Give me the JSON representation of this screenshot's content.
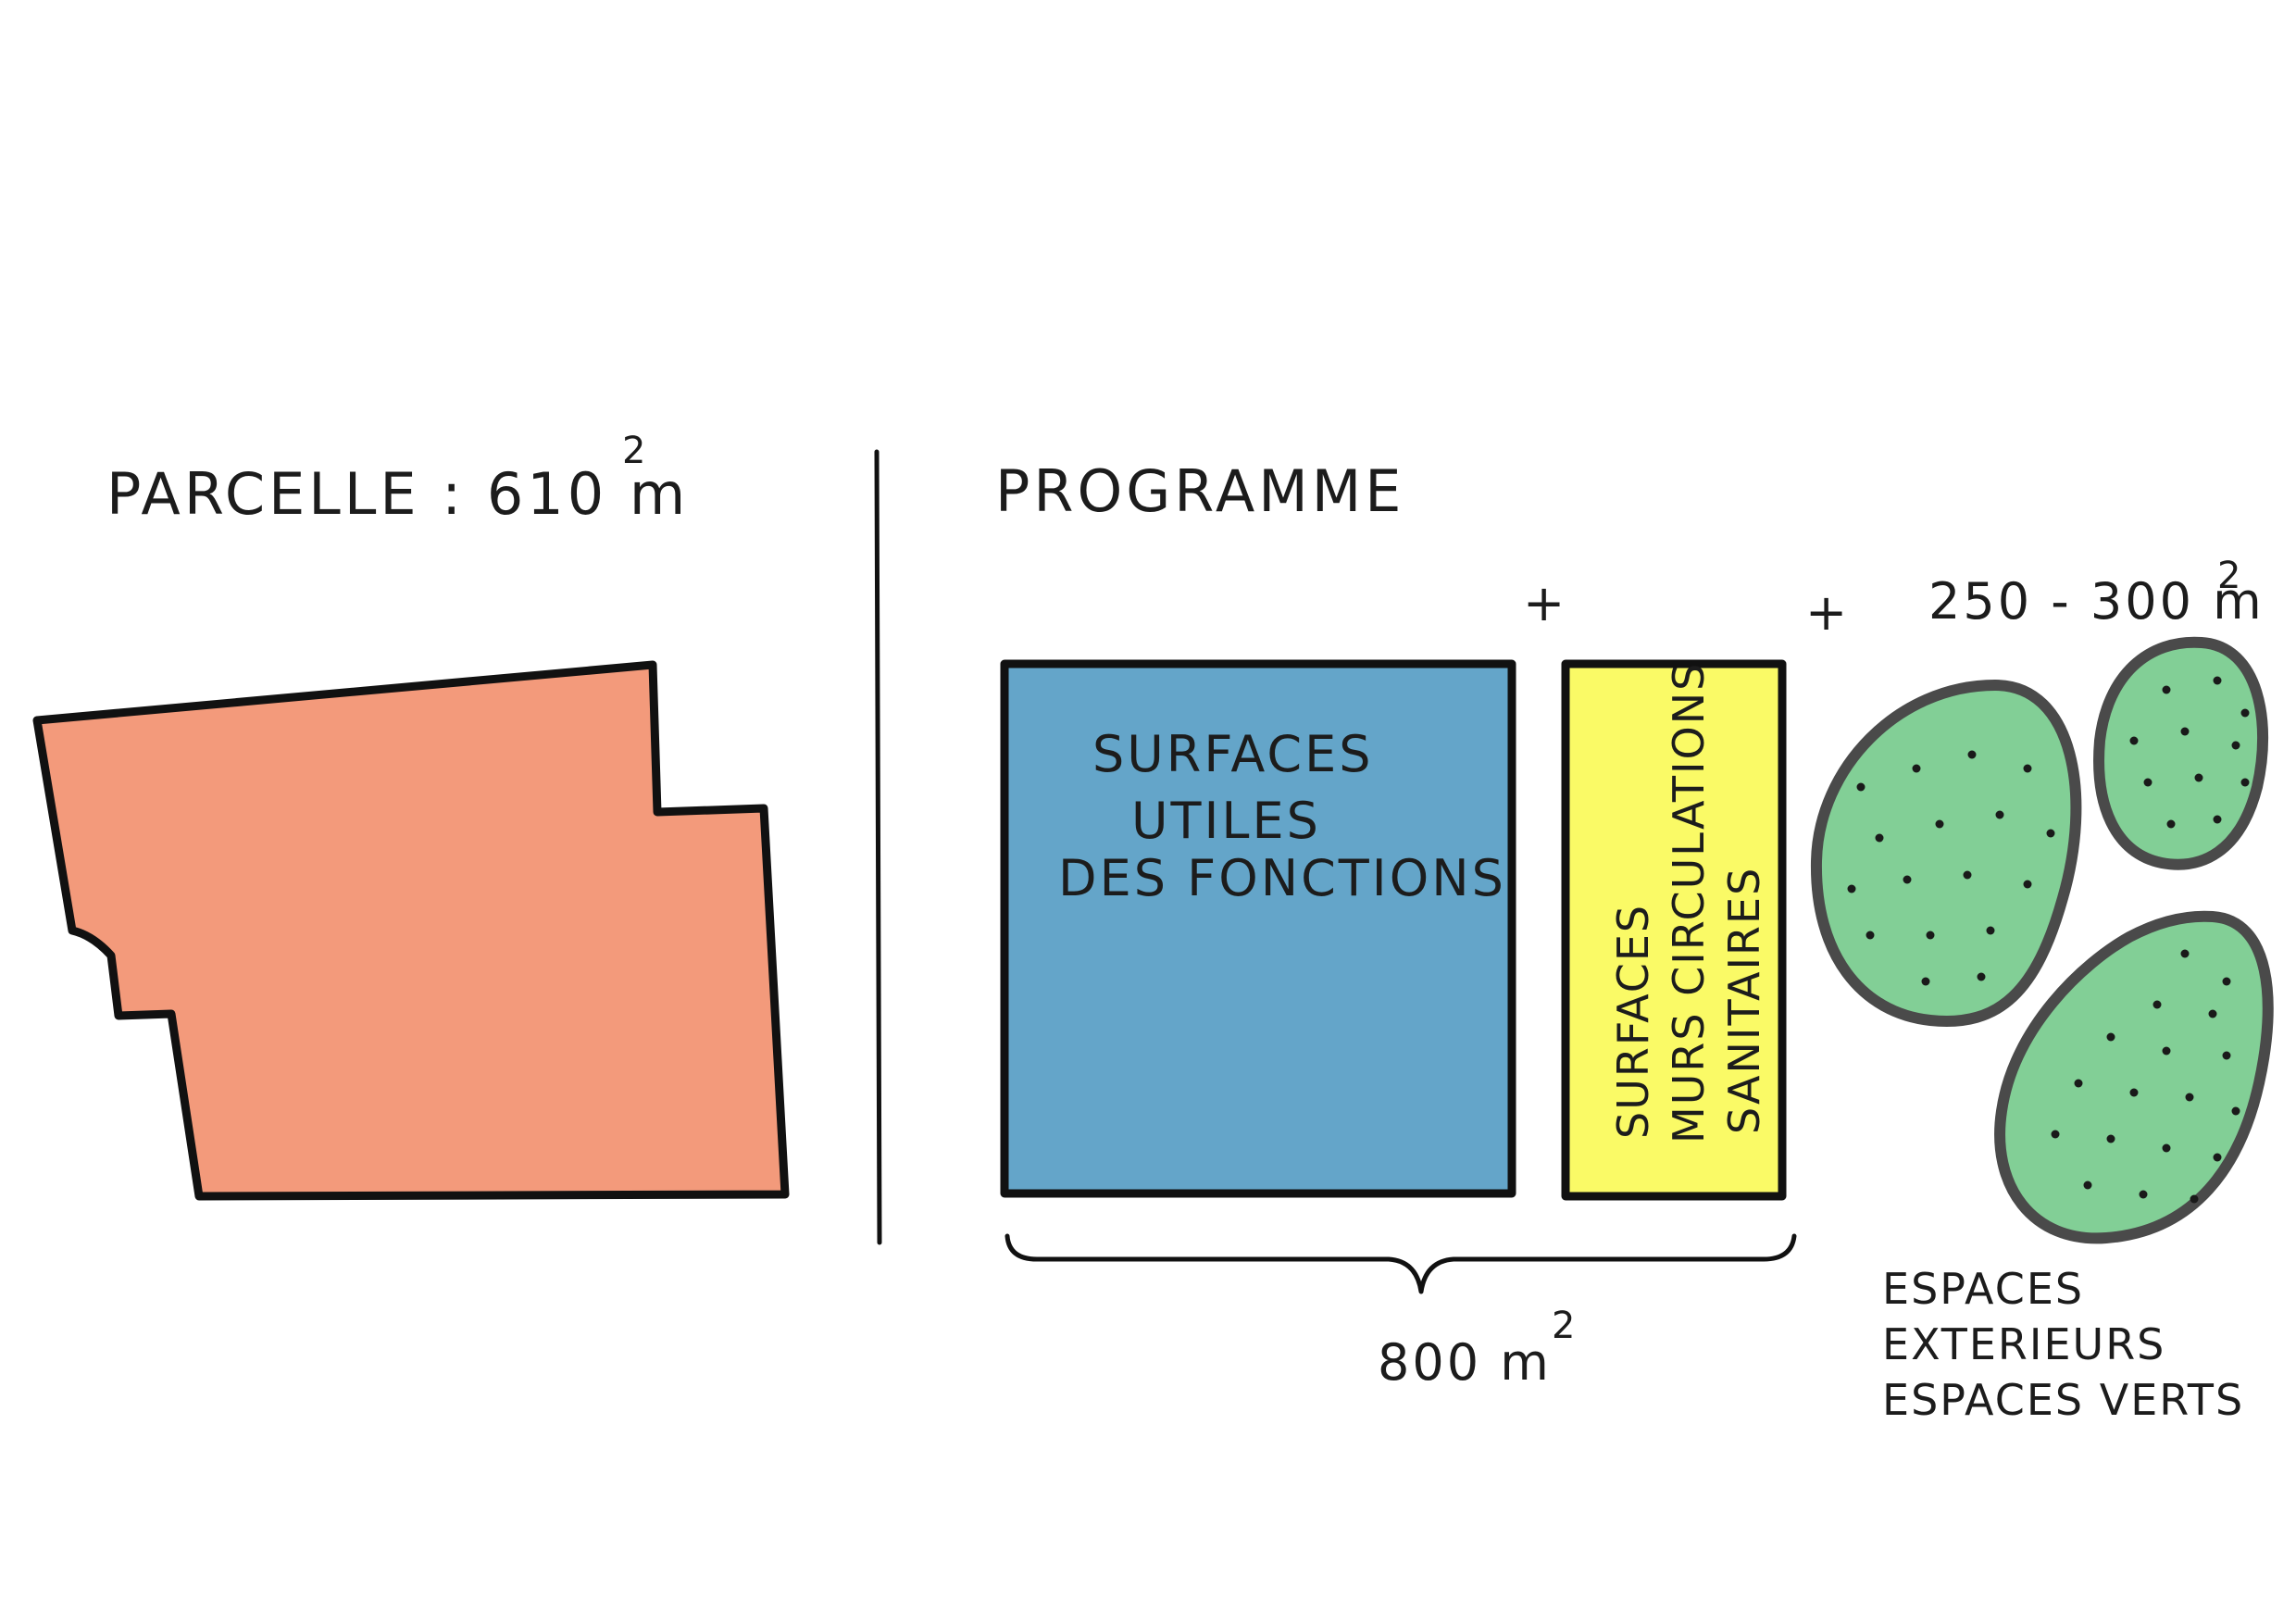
{
  "parcelle": {
    "title": "PARCELLE : 610 m",
    "exponent": "2",
    "fill_color": "#F39A7B"
  },
  "programme": {
    "title": "PROGRAMME",
    "plus_1": "+",
    "plus_2": "+",
    "useful_surfaces": {
      "line_1": "SURFACES",
      "line_2": "UTILES",
      "line_3": "DES FONCTIONS",
      "fill_color": "#64A5C9"
    },
    "circulation_surfaces": {
      "line_1": "SURFACES",
      "line_2": "MURS CIRCULATIONS",
      "line_3": "SANITAIRES",
      "fill_color": "#FAFA66"
    },
    "built_area": {
      "value": "800 m",
      "exponent": "2"
    },
    "outdoor": {
      "area_value": "250 - 300 m",
      "exponent": "2",
      "line_1": "ESPACES",
      "line_2": "EXTERIEURS",
      "line_3": "ESPACES VERTS",
      "fill_color": "#82CF96"
    }
  }
}
